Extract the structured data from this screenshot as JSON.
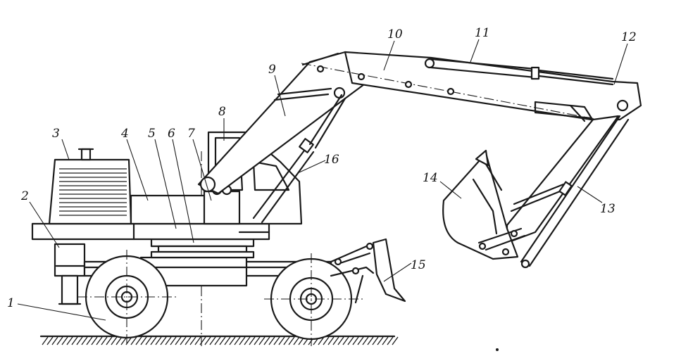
{
  "figure": {
    "labels": [
      "1",
      "2",
      "3",
      "4",
      "5",
      "6",
      "7",
      "8",
      "9",
      "10",
      "11",
      "12",
      "13",
      "14",
      "15",
      "16"
    ],
    "colors": {
      "ink": "#1a1a1a",
      "paper": "#ffffff"
    }
  }
}
